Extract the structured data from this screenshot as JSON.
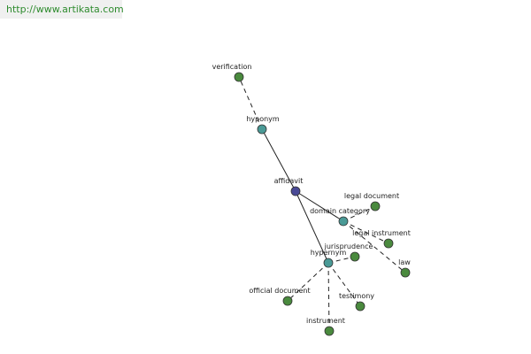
{
  "watermark": {
    "url": "http://www.artikata.com"
  },
  "colors": {
    "center": "#4a4a96",
    "relation": "#4a9a96",
    "leaf": "#4a8a3e",
    "node_stroke": "#333333",
    "edge": "#222222"
  },
  "graph": {
    "nodes": [
      {
        "id": "affidavit",
        "label": "affidavit",
        "kind": "center"
      },
      {
        "id": "hyponym",
        "label": "hyponym",
        "kind": "relation"
      },
      {
        "id": "verification",
        "label": "verification",
        "kind": "leaf"
      },
      {
        "id": "domain_category",
        "label": "domain category",
        "kind": "relation"
      },
      {
        "id": "legal_document",
        "label": "legal document",
        "kind": "leaf"
      },
      {
        "id": "legal_instrument",
        "label": "legal instrument",
        "kind": "leaf"
      },
      {
        "id": "law",
        "label": "law",
        "kind": "leaf"
      },
      {
        "id": "hypernym",
        "label": "hypernym",
        "kind": "relation"
      },
      {
        "id": "jurisprudence",
        "label": "jurisprudence",
        "kind": "leaf"
      },
      {
        "id": "official_document",
        "label": "official document",
        "kind": "leaf"
      },
      {
        "id": "testimony",
        "label": "testimony",
        "kind": "leaf"
      },
      {
        "id": "instrument",
        "label": "instrument",
        "kind": "leaf"
      }
    ],
    "edges": [
      {
        "from": "affidavit",
        "to": "hyponym",
        "style": "solid"
      },
      {
        "from": "affidavit",
        "to": "domain_category",
        "style": "solid"
      },
      {
        "from": "affidavit",
        "to": "hypernym",
        "style": "solid"
      },
      {
        "from": "hyponym",
        "to": "verification",
        "style": "dashed"
      },
      {
        "from": "domain_category",
        "to": "legal_document",
        "style": "dashed"
      },
      {
        "from": "domain_category",
        "to": "legal_instrument",
        "style": "dashed"
      },
      {
        "from": "domain_category",
        "to": "law",
        "style": "dashed"
      },
      {
        "from": "hypernym",
        "to": "jurisprudence",
        "style": "dashed"
      },
      {
        "from": "hypernym",
        "to": "official_document",
        "style": "dashed"
      },
      {
        "from": "hypernym",
        "to": "testimony",
        "style": "dashed"
      },
      {
        "from": "hypernym",
        "to": "instrument",
        "style": "dashed"
      }
    ]
  }
}
